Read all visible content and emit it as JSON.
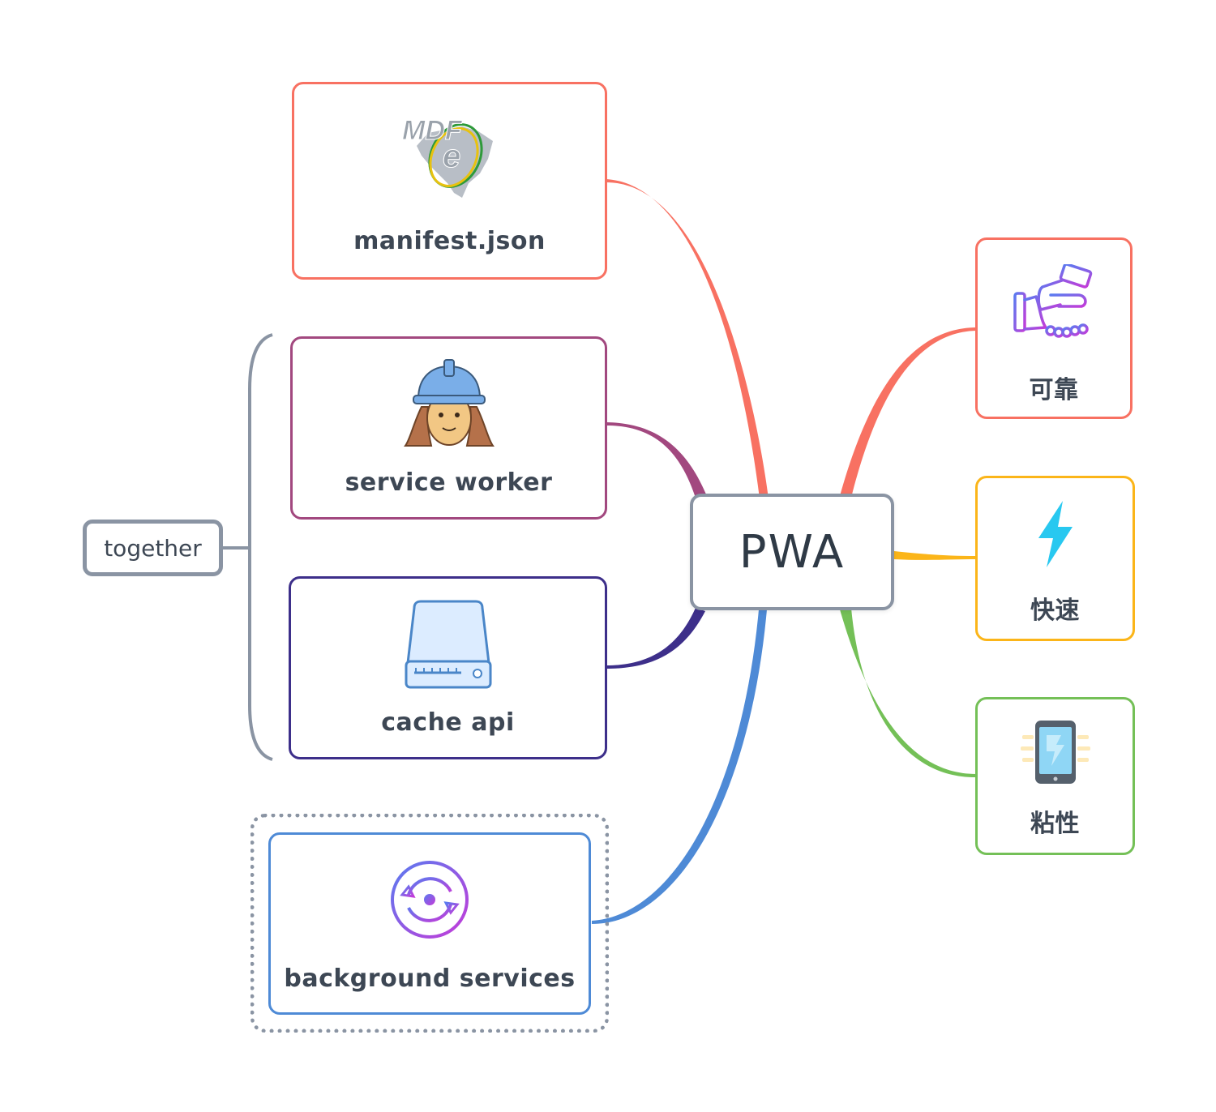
{
  "root": {
    "title": "PWA"
  },
  "left_topics": [
    {
      "label": "manifest.json",
      "icon": "mdf-e-logo-icon",
      "color": "#f87162"
    },
    {
      "label": "service worker",
      "icon": "worker-helmet-icon",
      "color": "#a2487f"
    },
    {
      "label": "cache api",
      "icon": "hard-drive-icon",
      "color": "#3d2f8a"
    },
    {
      "label": "background services",
      "icon": "sync-circle-icon",
      "color": "#4e8ad6"
    }
  ],
  "right_topics": [
    {
      "label": "可靠",
      "icon": "handshake-icon",
      "color": "#f87162"
    },
    {
      "label": "快速",
      "icon": "lightning-bolt-icon",
      "color": "#fbb519"
    },
    {
      "label": "粘性",
      "icon": "smartphone-icon",
      "color": "#74c057"
    }
  ],
  "summary": {
    "label": "together",
    "color": "#8a94a3"
  },
  "root_border_color": "#8a94a3"
}
